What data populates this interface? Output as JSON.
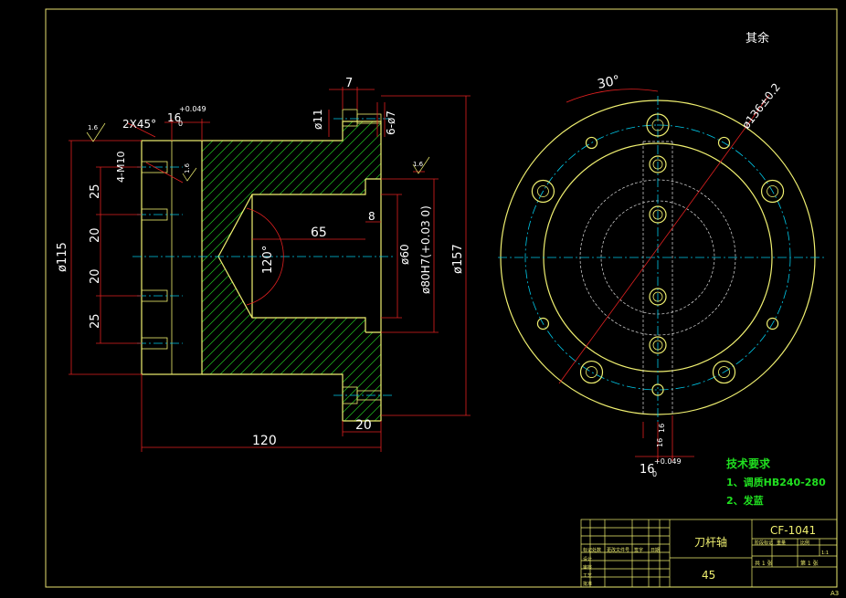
{
  "drawing": {
    "sheet_size": "A3",
    "top_right_note": "其余",
    "title": "刀杆轴",
    "material": "45",
    "drawing_number": "CF-1041"
  },
  "dimensions": {
    "width_7": "7",
    "dia_11": "ø11",
    "depth_7": "6-ø7",
    "chamfer": "2X45°",
    "tol_16": "16",
    "tol_16_sub": "0",
    "tol_16_sup": "+0.049",
    "thread": "4-M10",
    "d25a": "25",
    "d20a": "20",
    "d20b": "20",
    "d25b": "25",
    "dia115": "ø115",
    "d65": "65",
    "d8": "8",
    "angle120": "120°",
    "dia60": "ø60",
    "dia80": "ø80H7(+0.03 0)",
    "dia157": "ø157",
    "d20c": "20",
    "d120": "120",
    "angle30": "30°",
    "dia136": "ø136±0.2",
    "r16a": "16",
    "r16b": "16",
    "bottom_16": "16",
    "bottom_16_sub": "0",
    "bottom_16_sup": "+0.049",
    "rough_16": "1.6"
  },
  "tech_requirements": {
    "heading": "技术要求",
    "item1": "1、调质HB240-280",
    "item2": "2、发蓝"
  },
  "title_block": {
    "row_labels": [
      "标记",
      "处数",
      "更改文件号",
      "签字",
      "日期"
    ],
    "design": "设计",
    "check": "审核",
    "process": "工艺",
    "approve": "批准",
    "stage": "阶段标记",
    "weight": "重量",
    "scale": "比例",
    "ratio": "1:1",
    "sheets": "共 1 张",
    "sheet_no": "第 1 张"
  }
}
